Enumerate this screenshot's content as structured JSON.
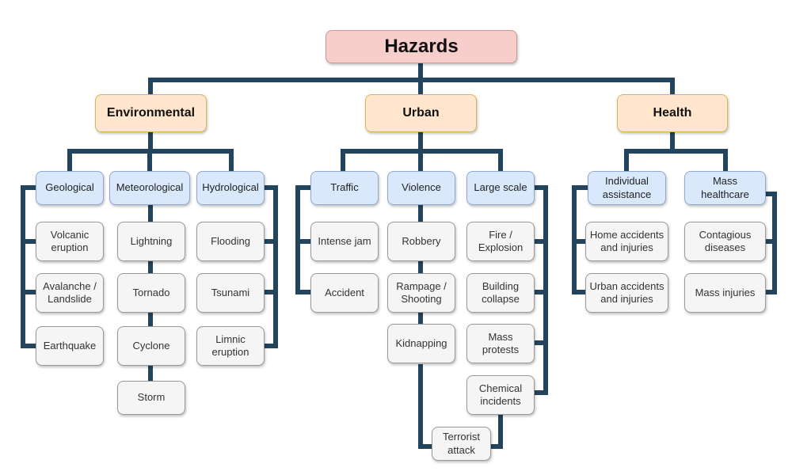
{
  "colors": {
    "connector": "#23445d",
    "root_fill": "#f8cecc",
    "category_fill": "#ffe6cc",
    "subcategory_fill": "#dae8fc",
    "leaf_fill": "#f5f5f5"
  },
  "root": {
    "label": "Hazards"
  },
  "categories": [
    {
      "label": "Environmental",
      "subcategories": [
        {
          "label": "Geological",
          "items": [
            "Volcanic\neruption",
            "Avalanche /\nLandslide",
            "Earthquake"
          ]
        },
        {
          "label": "Meteorological",
          "items": [
            "Lightning",
            "Tornado",
            "Cyclone",
            "Storm"
          ]
        },
        {
          "label": "Hydrological",
          "items": [
            "Flooding",
            "Tsunami",
            "Limnic\neruption"
          ]
        }
      ]
    },
    {
      "label": "Urban",
      "subcategories": [
        {
          "label": "Traffic",
          "items": [
            "Intense jam",
            "Accident"
          ]
        },
        {
          "label": "Violence",
          "items": [
            "Robbery",
            "Rampage /\nShooting",
            "Kidnapping"
          ]
        },
        {
          "label": "Large scale",
          "items": [
            "Fire /\nExplosion",
            "Building\ncollapse",
            "Mass\nprotests",
            "Chemical\nincidents"
          ]
        }
      ],
      "shared_item": {
        "label": "Terrorist\nattack",
        "linked_from": [
          "Violence",
          "Large scale"
        ]
      }
    },
    {
      "label": "Health",
      "subcategories": [
        {
          "label": "Individual\nassistance",
          "items": [
            "Home accidents\nand injuries",
            "Urban accidents\nand injuries"
          ]
        },
        {
          "label": "Mass\nhealthcare",
          "items": [
            "Contagious\ndiseases",
            "Mass injuries"
          ]
        }
      ]
    }
  ]
}
